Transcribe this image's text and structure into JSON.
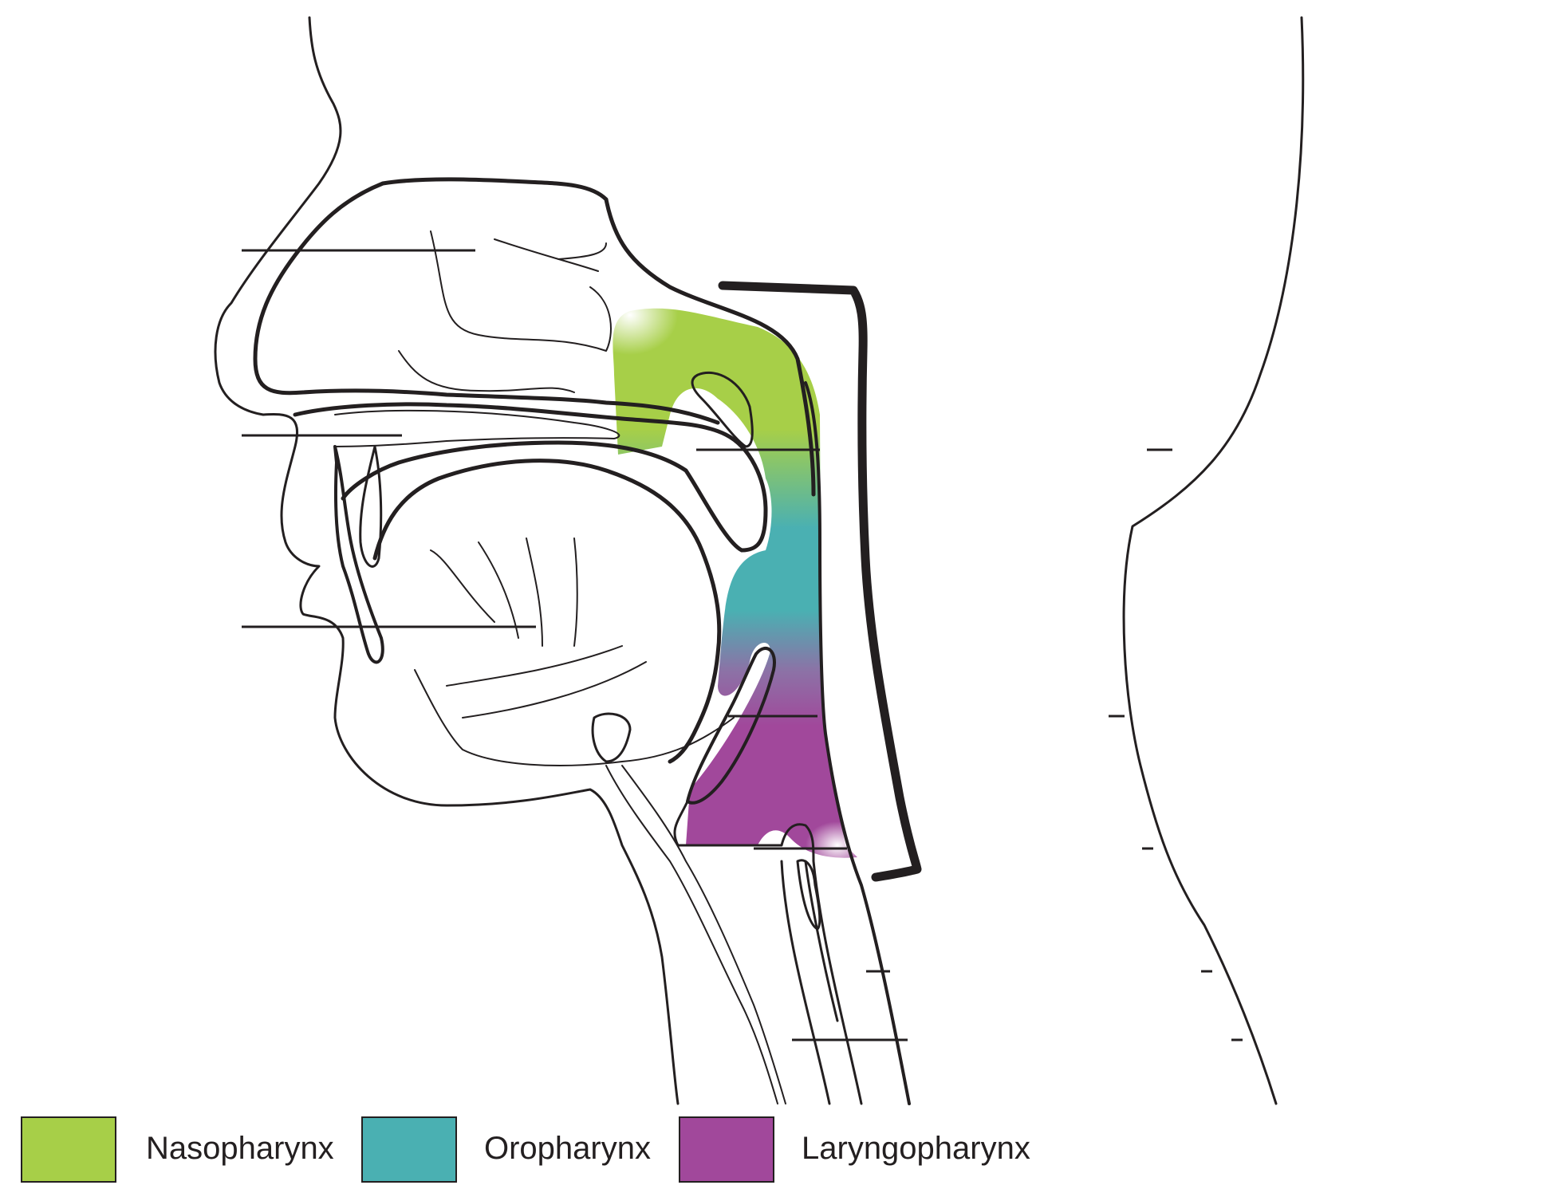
{
  "legend": {
    "items": [
      {
        "label": "Nasopharynx",
        "color": "#a7cf48"
      },
      {
        "label": "Oropharynx",
        "color": "#4ab0b2"
      },
      {
        "label": "Laryngopharynx",
        "color": "#a1489b"
      }
    ]
  },
  "colors": {
    "line": "#231f20",
    "background": "#ffffff"
  }
}
